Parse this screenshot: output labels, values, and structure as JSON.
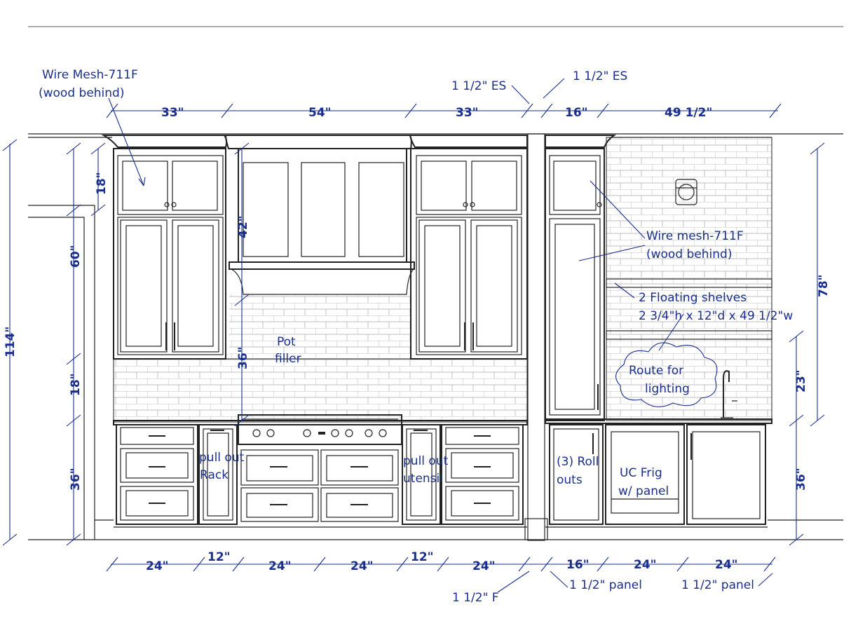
{
  "dimensions": {
    "top": [
      "33\"",
      "54\"",
      "33\"",
      "16\"",
      "49 1/2\""
    ],
    "bottom": [
      "24\"",
      "12\"",
      "24\"",
      "24\"",
      "12\"",
      "24\"",
      "16\"",
      "24\"",
      "24\""
    ],
    "left_outer": "114\"",
    "left_inner": [
      "18\"",
      "60\"",
      "18\"",
      "36\""
    ],
    "hood": "42\"",
    "backsplash": "36\"",
    "right_outer": "78\"",
    "right_inner": [
      "23\"",
      "36\""
    ]
  },
  "labels": {
    "wire_mesh_left_1": "Wire Mesh-711F",
    "wire_mesh_left_2": "(wood behind)",
    "es_left": "1 1/2\" ES",
    "es_right": "1 1/2\" ES",
    "wire_mesh_right_1": "Wire mesh-711F",
    "wire_mesh_right_2": "(wood behind)",
    "shelves_1": "2 Floating shelves",
    "shelves_2": "2 3/4\"h x 12\"d x 49 1/2\"w",
    "pot_filler_1": "Pot",
    "pot_filler_2": "filler",
    "route_1": "Route for",
    "route_2": "lighting",
    "pull_rack_1": "pull out",
    "pull_rack_2": "Rack",
    "pull_utensil_1": "pull out",
    "pull_utensil_2": "utensil",
    "roll_outs_1": "(3) Roll",
    "roll_outs_2": "outs",
    "frig_1": "UC Frig",
    "frig_2": "w/ panel",
    "filler": "1 1/2\" F",
    "panel_left": "1 1/2\" panel",
    "panel_right": "1 1/2\" panel"
  }
}
